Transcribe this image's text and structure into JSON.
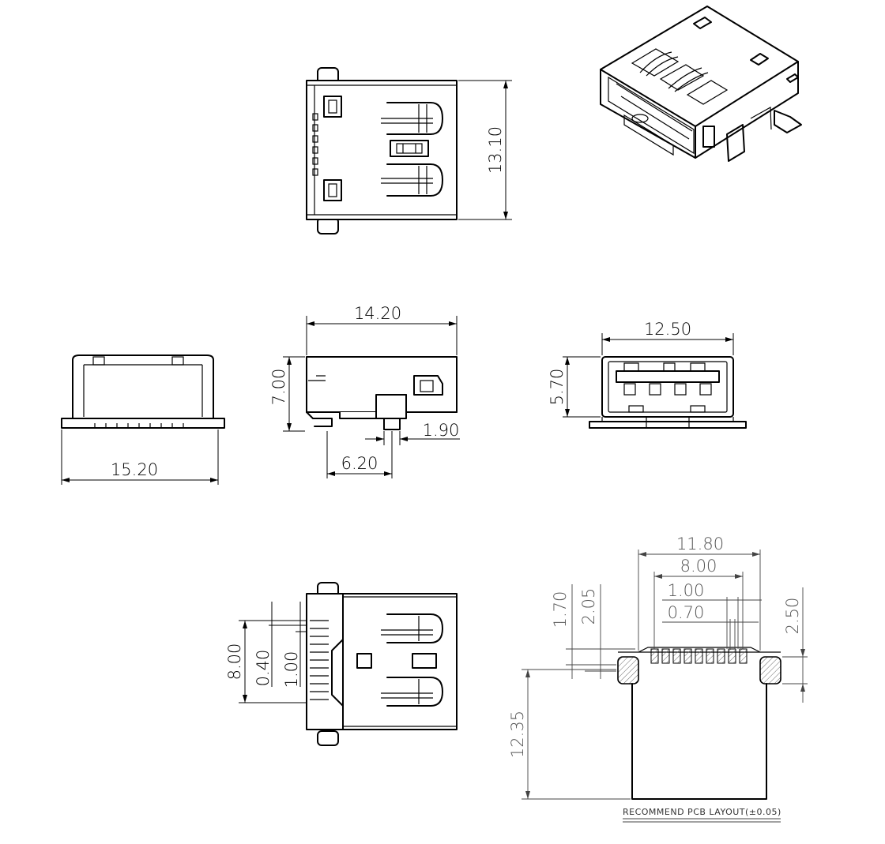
{
  "top_view": {
    "dim_height": "13.10"
  },
  "side_views": {
    "dim_width_left": "15.20",
    "dim_length": "14.20",
    "dim_height": "7.00",
    "dim_peg": "1.90",
    "dim_offset": "6.20",
    "dim_front_width": "12.50",
    "dim_front_height": "5.70"
  },
  "bottom_view": {
    "dim_span": "8.00",
    "dim_pitch": "0.40",
    "dim_pad_len": "1.00"
  },
  "pcb_layout": {
    "dim_overall": "11.80",
    "dim_pin_span": "8.00",
    "dim_pin_pitch": "1.00",
    "dim_pin_width": "0.70",
    "dim_row1": "1.70",
    "dim_row2": "2.05",
    "dim_pad": "2.50",
    "dim_length": "12.35",
    "note": "RECOMMEND PCB LAYOUT(±0.05)"
  },
  "colors": {
    "line": "#000000",
    "pcb_text": "#555555",
    "hatch": "#666666"
  }
}
